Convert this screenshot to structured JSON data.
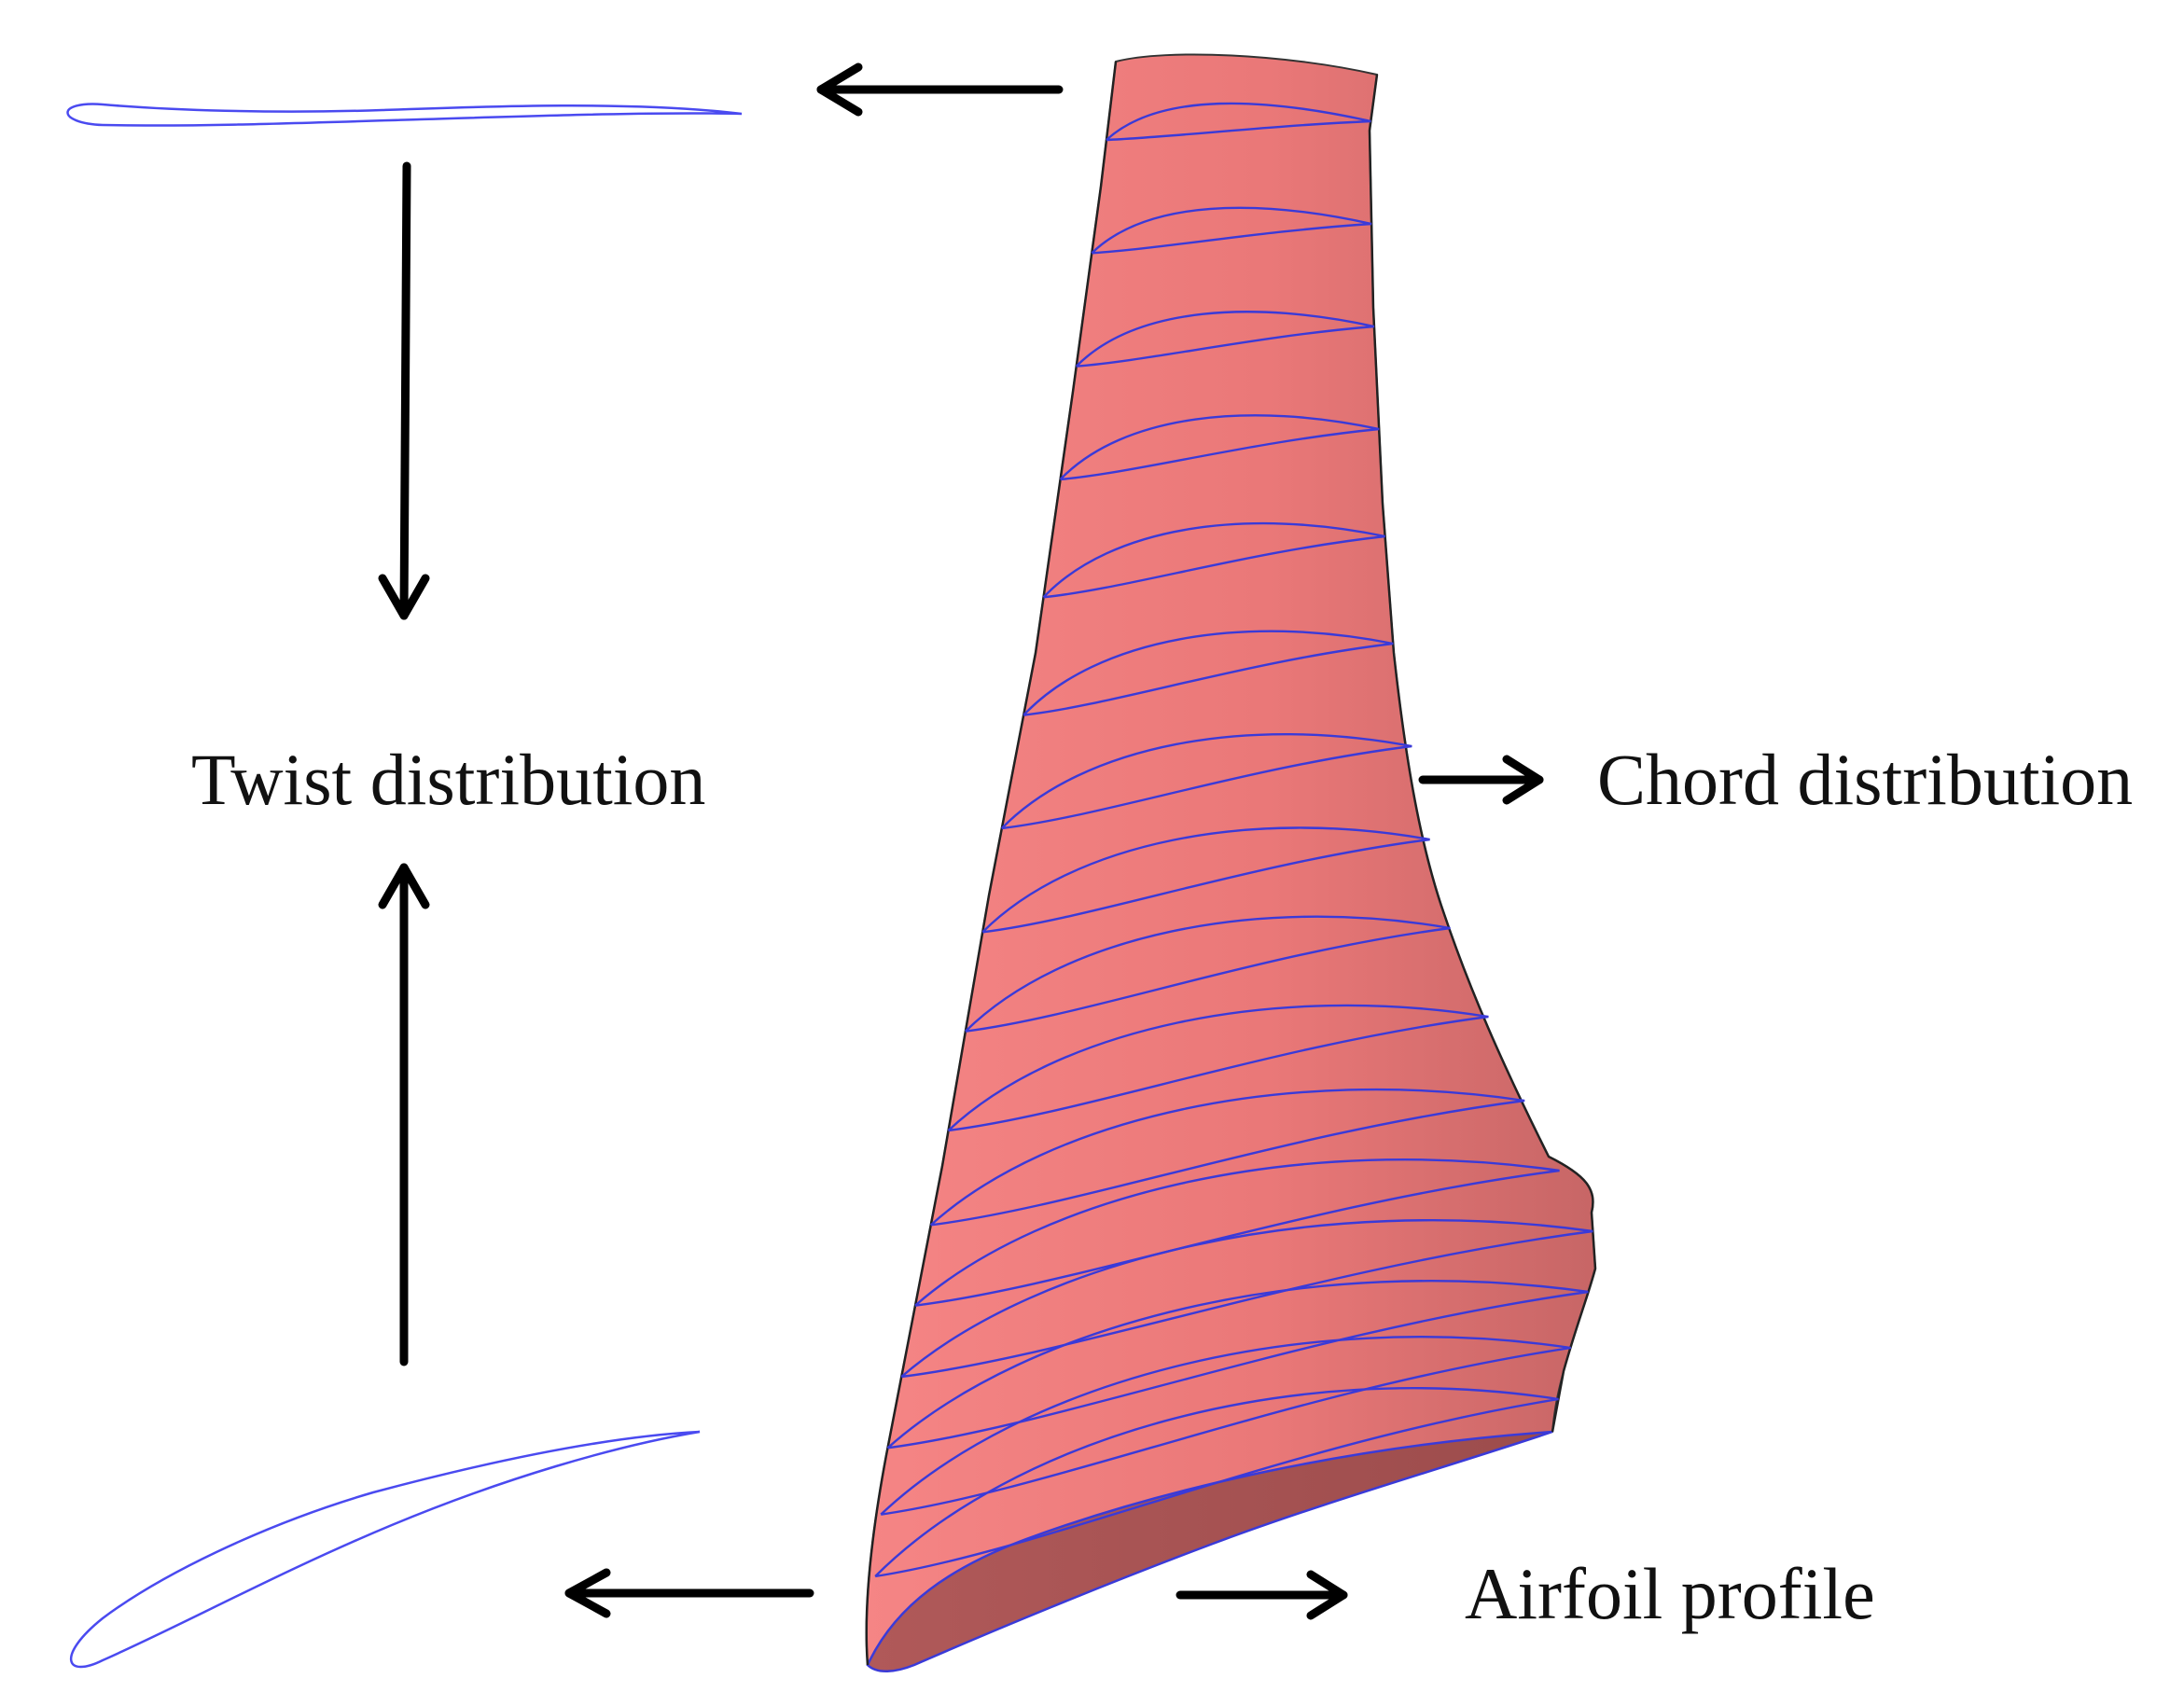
{
  "labels": {
    "twist": "Twist distribution",
    "chord": "Chord distribution",
    "airfoil": "Airfoil profile"
  },
  "colors": {
    "blade_light": "#f38383",
    "blade_dark": "#c96868",
    "root_face": "#a75353",
    "section_lines": "#3a3ad8",
    "airfoil_outline": "#4a4af0",
    "arrows": "#000000"
  }
}
